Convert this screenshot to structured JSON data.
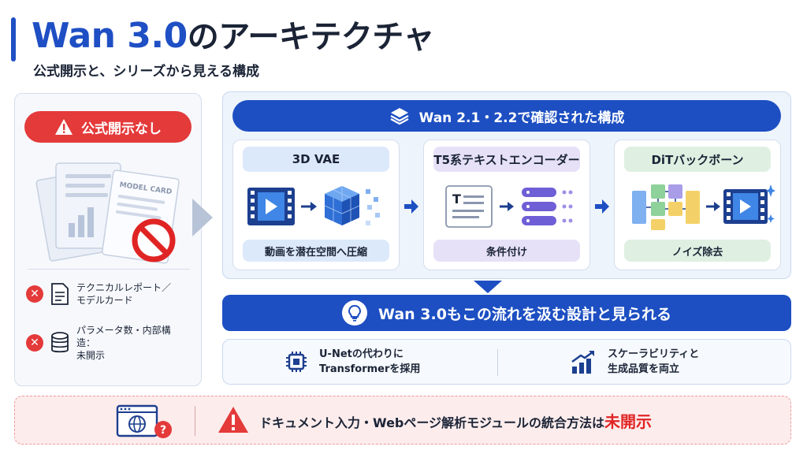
{
  "title": {
    "accent": "Wan 3.0",
    "rest": "のアーキテクチャ"
  },
  "subtitle": "公式開示と、シリーズから見える構成",
  "left_panel": {
    "badge": "公式開示なし",
    "doc_label": "MODEL CARD",
    "items": [
      {
        "line1": "テクニカルレポート／",
        "line2": "モデルカード"
      },
      {
        "line1": "パラメータ数・内部構造：",
        "line2": "未開示"
      }
    ]
  },
  "confirmed": {
    "header": "Wan 2.1・2.2で確認された構成",
    "cards": [
      {
        "title": "3D VAE",
        "caption": "動画を潜在空間へ圧縮"
      },
      {
        "title": "T5系テキストエンコーダー",
        "caption": "条件付け"
      },
      {
        "title": "DiTバックボーン",
        "caption": "ノイズ除去"
      }
    ]
  },
  "conclusion": "Wan 3.0もこの流れを汲む設計と見られる",
  "features": [
    {
      "line1": "U-Netの代わりに",
      "line2": "Transformerを採用"
    },
    {
      "line1": "スケーラビリティと",
      "line2": "生成品質を両立"
    }
  ],
  "bottom": {
    "text": "ドキュメント入力・Webページ解析モジュールの統合方法は",
    "highlight": "未開示"
  },
  "colors": {
    "primary": "#1d4fc2",
    "danger": "#e43a3a",
    "vae": "#dce9fb",
    "t5": "#e6e1f7",
    "dit": "#dff0e2"
  }
}
